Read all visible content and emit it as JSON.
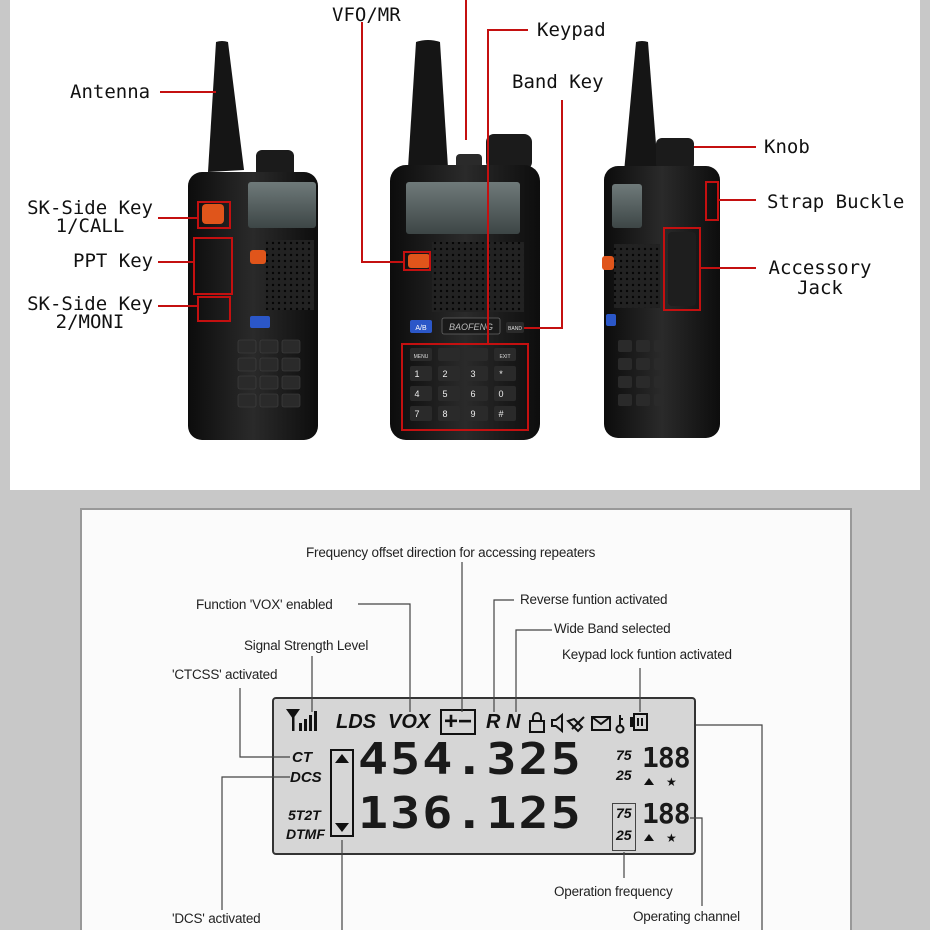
{
  "top_labels": {
    "vfo_mr": "VFO/MR",
    "keypad": "Keypad",
    "antenna": "Antenna",
    "band_key": "Band Key",
    "knob": "Knob",
    "sk_side_key_1_a": "SK-Side Key",
    "sk_side_key_1_b": "1/CALL",
    "strap_buckle": "Strap Buckle",
    "ppt_key": "PPT Key",
    "accessory_jack_a": "Accessory",
    "accessory_jack_b": "Jack",
    "sk_side_key_2_a": "SK-Side Key",
    "sk_side_key_2_b": "2/MONI"
  },
  "radio": {
    "brand": "BAOFENG",
    "ab_key": "A/B",
    "band_key": "BAND",
    "menu": "MENU",
    "exit": "EXIT",
    "keys": [
      "1",
      "2",
      "3",
      "*",
      "4",
      "5",
      "6",
      "0",
      "7",
      "8",
      "9",
      "#"
    ]
  },
  "lcd_labels": {
    "offset_direction": "Frequency offset direction for accessing repeaters",
    "vox_enabled": "Function 'VOX' enabled",
    "reverse": "Reverse funtion activated",
    "wide_band": "Wide Band selected",
    "signal_strength": "Signal Strength Level",
    "keypad_lock": "Keypad lock funtion activated",
    "ctcss": "'CTCSS' activated",
    "operation_frequency": "Operation frequency",
    "dcs_activated": "'DCS' activated",
    "operating_channel": "Operating channel"
  },
  "lcd": {
    "lds": "LDS",
    "vox": "VOX",
    "plus_minus": "+−",
    "r": "R",
    "n": "N",
    "ct": "CT",
    "dcs": "DCS",
    "five_t2t": "5T2T",
    "dtmf": "DTMF",
    "freq_a": "454.325",
    "freq_b": "136.125",
    "step_a_top": "75",
    "step_a_bottom": "25",
    "step_b_top": "75",
    "step_b_bottom": "25",
    "channel_a": "188",
    "channel_b": "188"
  }
}
